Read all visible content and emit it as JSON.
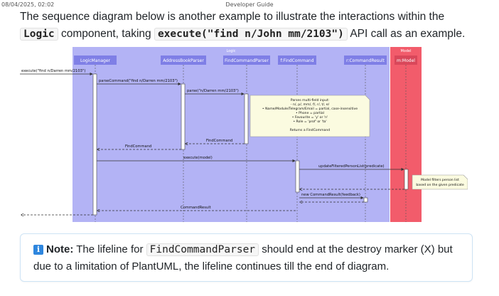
{
  "header": {
    "date": "08/04/2025, 02:02",
    "title": "Developer Guide"
  },
  "intro": {
    "p1": "The sequence diagram below is another example to illustrate the interactions within the",
    "p2a": "component, taking",
    "p2b": "API call as an example.",
    "code1": "Logic",
    "code2": "execute(\"find n/John mm/2103\")"
  },
  "diagram": {
    "boxes": {
      "logic": "Logic",
      "model": "Model"
    },
    "participants": {
      "logic_manager": "LogicManager",
      "parser": "AddressBookParser",
      "find_parser": "FindCommandParser",
      "find_command": "f:FindCommand",
      "command_result": "r:CommandResult",
      "model": "m:Model"
    },
    "messages": {
      "execute": "execute(\"find n/Darren mm/2103\")",
      "parse_command": "parseCommand(\"find n/Darren mm/2103\")",
      "parse": "parse(\"n/Darren mm/2103\")",
      "find_command_return1": "FindCommand",
      "find_command_return2": "FindCommand",
      "execute_model": "execute(model)",
      "update": "updateFilteredPersonList(predicate)",
      "new_result": "new CommandResult(feedback)",
      "command_result": "CommandResult"
    },
    "parse_note": [
      "Parses multi-field input:",
      "- n/, p/, mm/, f/, r/, t/, e/",
      "• Name/Module/Telegram/Email = partial, case-insensitive",
      "• Phone = partial",
      "• Favourite = 'y' or 'n'",
      "• Role = 'prof' or 'ta'",
      "",
      "Returns a FindCommand"
    ],
    "model_note": [
      "Model filters person list",
      "based on the given predicate"
    ],
    "colors": {
      "logic_bg": "#b3b3f5",
      "model_bg": "#f25c6b",
      "header_bg": "#7f7fe6"
    }
  },
  "note": {
    "label": "Note:",
    "t1": "The lifeline for",
    "code": "FindCommandParser",
    "t2": "should end at the destroy marker (X) but",
    "t3": "due to a limitation of PlantUML, the lifeline continues till the end of diagram.",
    "icon": "info-icon"
  }
}
